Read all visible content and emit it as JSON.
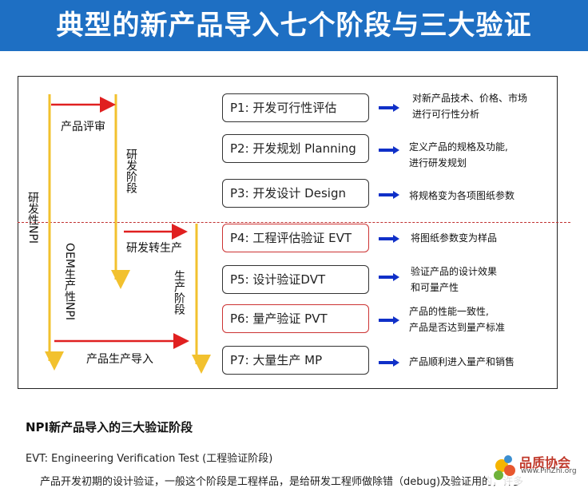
{
  "title": "典型的新产品导入七个阶段与三大验证",
  "colors": {
    "banner": "#1e6fc3",
    "flow_arrow": "#e02020",
    "vertical_arrow": "#f2c12e",
    "stage_arrow": "#1030c8"
  },
  "diagram": {
    "labels": {
      "product_review": "产品评审",
      "rd_stage": "研发阶段",
      "dev_npi": "研发性NPI",
      "rd_to_production": "研发转生产",
      "oem_npi": "OEM生产性NPI",
      "production_stage": "生产阶段",
      "production_intro": "产品生产导入"
    },
    "stages": [
      {
        "label": "P1:  开发可行性评估",
        "desc": [
          "对新产品技术、价格、市场",
          "进行可行性分析"
        ]
      },
      {
        "label": "P2: 开发规划 Planning",
        "desc": [
          "定义产品的规格及功能,",
          "进行研发规划"
        ]
      },
      {
        "label": "P3: 开发设计 Design",
        "desc": [
          "将规格变为各项图纸参数"
        ]
      },
      {
        "label": "P4: 工程评估验证 EVT",
        "desc": [
          "将图纸参数变为样品"
        ]
      },
      {
        "label": "P5:  设计验证DVT",
        "desc": [
          "验证产品的设计效果",
          "和可量产性"
        ]
      },
      {
        "label": "P6:  量产验证 PVT",
        "desc": [
          "产品的性能一致性,",
          "产品是否达到量产标准"
        ]
      },
      {
        "label": "P7:   大量生产 MP",
        "desc": [
          "产品顺利进入量产和销售"
        ]
      }
    ]
  },
  "section": {
    "heading": "NPI新产品导入的三大验证阶段",
    "evt_line": "EVT: Engineering Verification Test (工程验证阶段)",
    "evt_text": "产品开发初期的设计验证，一般这个阶段是工程样品，是给研发工程师做除错（debug)及验证用的，许多"
  },
  "watermark": {
    "name": "品质协会",
    "url": "www.PinZhi.org"
  }
}
